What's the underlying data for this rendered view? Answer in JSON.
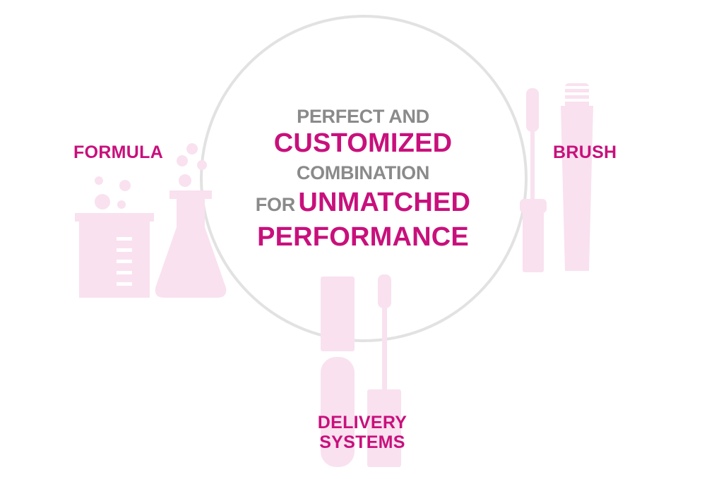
{
  "labels": {
    "formula": "FORMULA",
    "brush": "BRUSH",
    "delivery_line1": "DELIVERY",
    "delivery_line2": "SYSTEMS"
  },
  "center": {
    "line1": "PERFECT AND",
    "line2": "CUSTOMIZED",
    "line3": "COMBINATION",
    "line4_prefix": "FOR",
    "line4_main": "UNMATCHED",
    "line5": "PERFORMANCE"
  },
  "colors": {
    "accent": "#c8107c",
    "gray_text": "#8a8a8a",
    "icon_fill": "#f9e1ef",
    "circle_stroke": "#e2e2e2"
  },
  "icons": {
    "formula": "lab-glassware-icon",
    "brush": "mascara-wand-icon",
    "delivery": "lip-gloss-tube-icon"
  }
}
